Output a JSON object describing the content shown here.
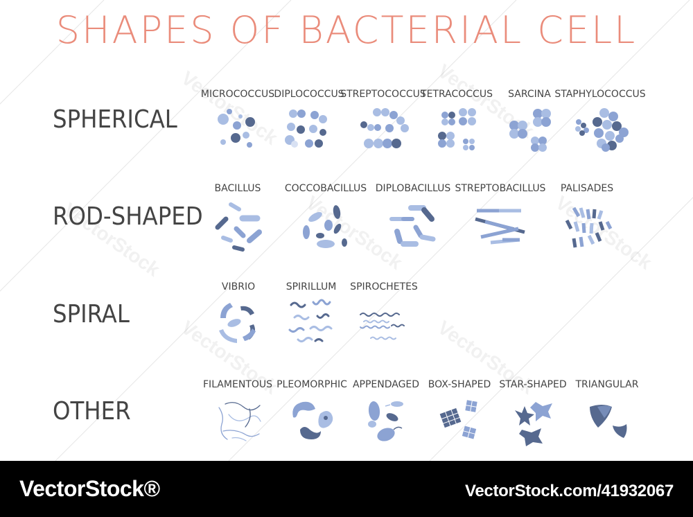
{
  "title": "SHAPES OF BACTERIAL CELL",
  "colors": {
    "title": "#ea8c7b",
    "text": "#444444",
    "light": "#a9bde3",
    "mid": "#8ca3d3",
    "dark": "#56698f"
  },
  "rows": [
    {
      "label": "SPHERICAL",
      "items": [
        "MICROCOCCUS",
        "DIPLOCOCCUS",
        "STREPTOCOCCUS",
        "TETRACOCCUS",
        "SARCINA",
        "STAPHYLOCOCCUS"
      ]
    },
    {
      "label": "ROD-SHAPED",
      "items": [
        "BACILLUS",
        "COCCOBACILLUS",
        "DIPLOBACILLUS",
        "STREPTOBACILLUS",
        "PALISADES"
      ]
    },
    {
      "label": "SPIRAL",
      "items": [
        "VIBRIO",
        "SPIRILLUM",
        "SPIROCHETES"
      ]
    },
    {
      "label": "OTHER",
      "items": [
        "FILAMENTOUS",
        "PLEOMORPHIC",
        "APPENDAGED",
        "BOX-SHAPED",
        "STAR-SHAPED",
        "TRIANGULAR"
      ]
    }
  ],
  "watermark": "VectorStock",
  "footer": {
    "brand": "VectorStock®",
    "id": "VectorStock.com/41932067"
  }
}
